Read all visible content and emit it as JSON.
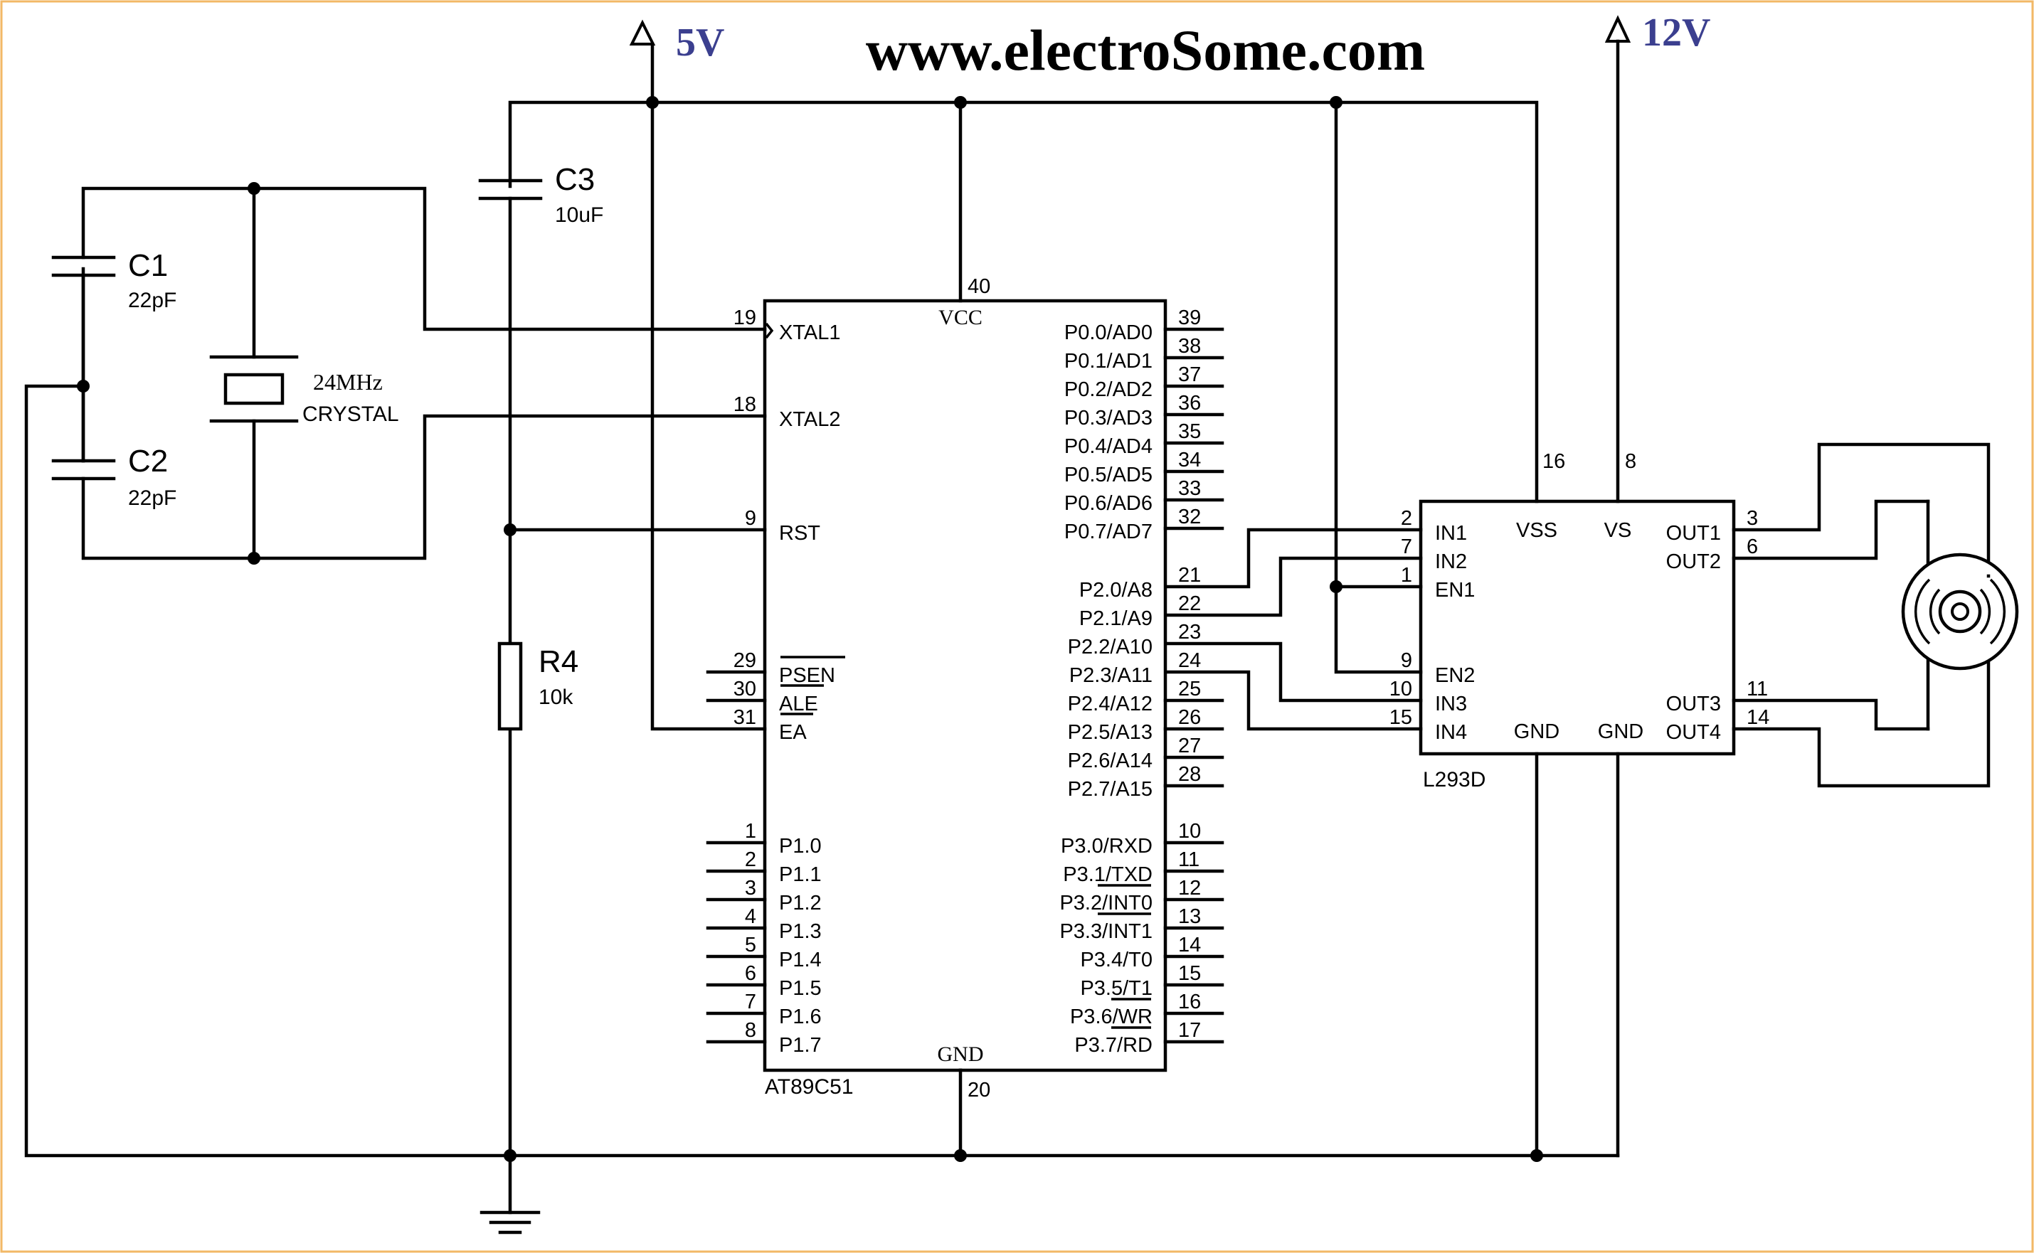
{
  "title": "www.electroSome.com",
  "supplies": {
    "v5": "5V",
    "v12": "12V"
  },
  "components": {
    "c1": {
      "name": "C1",
      "value": "22pF"
    },
    "c2": {
      "name": "C2",
      "value": "22pF"
    },
    "c3": {
      "name": "C3",
      "value": "10uF"
    },
    "r4": {
      "name": "R4",
      "value": "10k"
    },
    "crystal": {
      "freq": "24MHz",
      "type": "CRYSTAL"
    }
  },
  "mcu": {
    "name": "AT89C51",
    "vcc_label": "VCC",
    "gnd_label": "GND",
    "vcc_pin": "40",
    "gnd_pin": "20",
    "left_pins": [
      {
        "num": "19",
        "name": "XTAL1"
      },
      {
        "num": "18",
        "name": "XTAL2"
      },
      {
        "num": "9",
        "name": "RST"
      },
      {
        "num": "29",
        "name": "PSEN"
      },
      {
        "num": "30",
        "name": "ALE"
      },
      {
        "num": "31",
        "name": "EA"
      },
      {
        "num": "1",
        "name": "P1.0"
      },
      {
        "num": "2",
        "name": "P1.1"
      },
      {
        "num": "3",
        "name": "P1.2"
      },
      {
        "num": "4",
        "name": "P1.3"
      },
      {
        "num": "5",
        "name": "P1.4"
      },
      {
        "num": "6",
        "name": "P1.5"
      },
      {
        "num": "7",
        "name": "P1.6"
      },
      {
        "num": "8",
        "name": "P1.7"
      }
    ],
    "right_pins": [
      {
        "num": "39",
        "name": "P0.0/AD0"
      },
      {
        "num": "38",
        "name": "P0.1/AD1"
      },
      {
        "num": "37",
        "name": "P0.2/AD2"
      },
      {
        "num": "36",
        "name": "P0.3/AD3"
      },
      {
        "num": "35",
        "name": "P0.4/AD4"
      },
      {
        "num": "34",
        "name": "P0.5/AD5"
      },
      {
        "num": "33",
        "name": "P0.6/AD6"
      },
      {
        "num": "32",
        "name": "P0.7/AD7"
      },
      {
        "num": "21",
        "name": "P2.0/A8"
      },
      {
        "num": "22",
        "name": "P2.1/A9"
      },
      {
        "num": "23",
        "name": "P2.2/A10"
      },
      {
        "num": "24",
        "name": "P2.3/A11"
      },
      {
        "num": "25",
        "name": "P2.4/A12"
      },
      {
        "num": "26",
        "name": "P2.5/A13"
      },
      {
        "num": "27",
        "name": "P2.6/A14"
      },
      {
        "num": "28",
        "name": "P2.7/A15"
      },
      {
        "num": "10",
        "name": "P3.0/RXD"
      },
      {
        "num": "11",
        "name": "P3.1/TXD"
      },
      {
        "num": "12",
        "name": "P3.2/INT0"
      },
      {
        "num": "13",
        "name": "P3.3/INT1"
      },
      {
        "num": "14",
        "name": "P3.4/T0"
      },
      {
        "num": "15",
        "name": "P3.5/T1"
      },
      {
        "num": "16",
        "name": "P3.6/WR"
      },
      {
        "num": "17",
        "name": "P3.7/RD"
      }
    ]
  },
  "driver": {
    "name": "L293D",
    "vss_label": "VSS",
    "vs_label": "VS",
    "gnd_label": "GND",
    "vss_pin": "16",
    "vs_pin": "8",
    "left_pins": [
      {
        "num": "2",
        "name": "IN1"
      },
      {
        "num": "7",
        "name": "IN2"
      },
      {
        "num": "1",
        "name": "EN1"
      },
      {
        "num": "9",
        "name": "EN2"
      },
      {
        "num": "10",
        "name": "IN3"
      },
      {
        "num": "15",
        "name": "IN4"
      }
    ],
    "right_pins": [
      {
        "num": "3",
        "name": "OUT1"
      },
      {
        "num": "6",
        "name": "OUT2"
      },
      {
        "num": "11",
        "name": "OUT3"
      },
      {
        "num": "14",
        "name": "OUT4"
      }
    ]
  }
}
